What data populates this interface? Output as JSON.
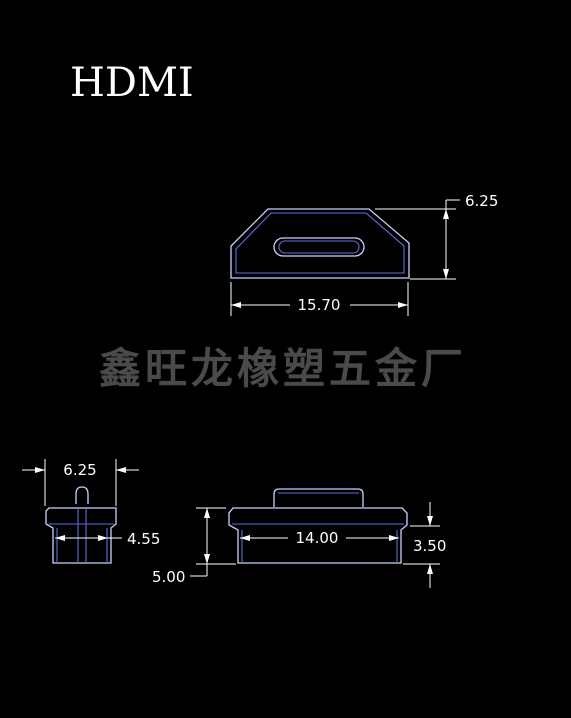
{
  "title": "HDMI",
  "watermark": "鑫旺龙橡塑五金厂",
  "dimensions": {
    "top_height": "6.25",
    "top_width": "15.70",
    "side_width": "6.25",
    "side_inner": "4.55",
    "front_inner_width": "14.00",
    "front_height": "5.00",
    "front_body_height": "3.50"
  },
  "colors": {
    "background": "#000000",
    "outline": "#c8d2ff",
    "inner_outline": "#5e6fe0",
    "watermark": "#4a4a4a"
  }
}
